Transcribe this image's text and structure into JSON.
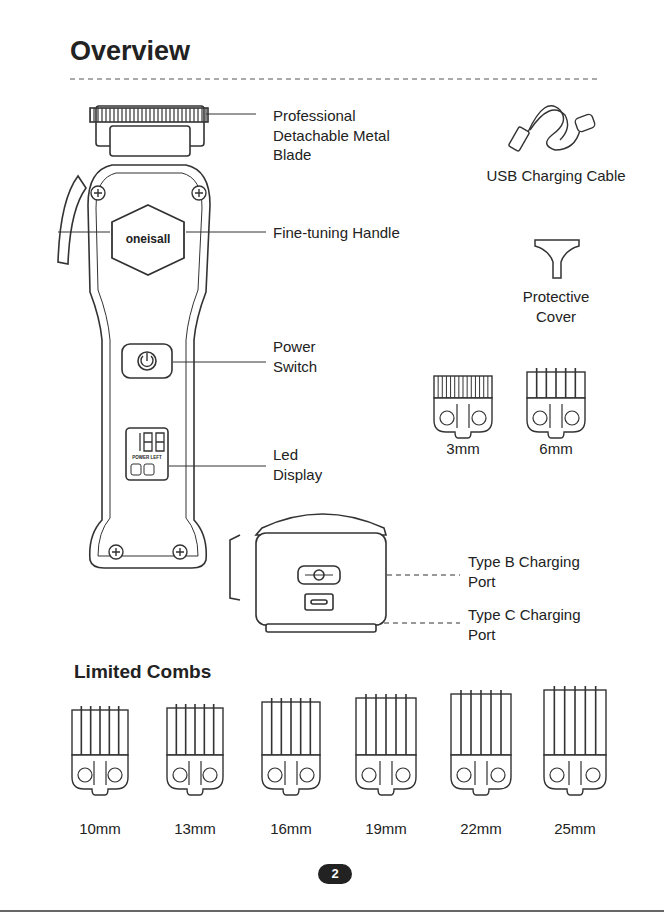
{
  "diagram": {
    "title": "Overview",
    "labels": [
      "Professional Detachable Metal Blade",
      "Fine-tuning Handle",
      "Power Switch",
      "Led Display",
      "oneisall",
      "POWER LEFT",
      "USB Charging Cable",
      "Protective Cover",
      "3mm",
      "6mm",
      "Type B Charging Port",
      "Type C Charging Port",
      "Limited Combs",
      "10mm",
      "13mm",
      "16mm",
      "19mm",
      "22mm",
      "25mm",
      "2"
    ]
  }
}
